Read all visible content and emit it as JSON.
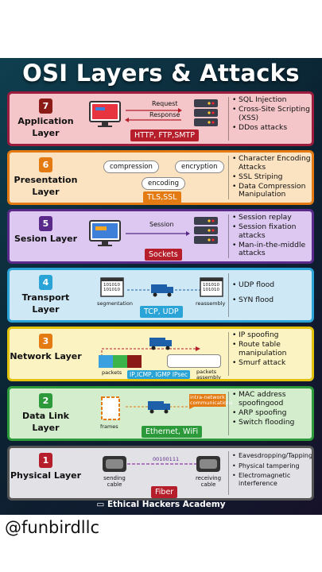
{
  "title": "OSI Layers & Attacks",
  "layers": [
    {
      "number": "7",
      "name": "Application Layer",
      "bg": "#f4c6c9",
      "border": "#9c1c3e",
      "labels": {
        "request": "Request",
        "response": "Response"
      },
      "protocol": "HTTP, FTP,SMTP",
      "attacks": [
        "SQL Injection",
        "Cross-Site Scripting (XSS)",
        "DDos attacks"
      ]
    },
    {
      "number": "6",
      "name": "Presentation Layer",
      "bg": "#fbe3c2",
      "border": "#e47a12",
      "labels": {
        "compression": "compression",
        "encryption": "encryption",
        "encoding": "encoding"
      },
      "protocol": "TLS,SSL",
      "attacks": [
        "Character Encoding Attacks",
        "SSL Striping",
        "Data Compression Manipulation"
      ]
    },
    {
      "number": "5",
      "name": "Sesion Layer",
      "bg": "#dcc8f0",
      "border": "#5a2a8a",
      "labels": {
        "session": "Session"
      },
      "protocol": "Sockets",
      "attacks": [
        "Session replay",
        "Session fixation attacks",
        "Man-in-the-middle attacks"
      ]
    },
    {
      "number": "4",
      "name": "Transport Layer",
      "bg": "#cfe8f6",
      "border": "#2aa4d6",
      "labels": {
        "segmentation": "segmentation",
        "reassembly": "reassembly",
        "binary": "101010"
      },
      "protocol": "TCP, UDP",
      "attacks": [
        "UDP flood",
        "SYN flood"
      ]
    },
    {
      "number": "3",
      "name": "Network Layer",
      "bg": "#fbf3c2",
      "border": "#e2c10f",
      "labels": {
        "packets": "packets",
        "packets_assembly": "packets assembly"
      },
      "protocol": "IP,ICMP, IGMP IPsec",
      "attacks": [
        "IP spoofing",
        "Route table manipulation",
        "Smurf attack"
      ]
    },
    {
      "number": "2",
      "name": "Data Link Layer",
      "bg": "#d4edcd",
      "border": "#2c9a3a",
      "labels": {
        "frames": "frames",
        "intra": "intra-network communications"
      },
      "protocol": "Ethernet, WiFi",
      "attacks": [
        "MAC address spoofingood",
        "ARP spoofing",
        "Switch flooding"
      ]
    },
    {
      "number": "1",
      "name": "Physical Layer",
      "bg": "#e2e2e6",
      "border": "#555555",
      "labels": {
        "sending": "sending cable",
        "receiving": "receiving cable",
        "bits": "00100111"
      },
      "protocol": "Fiber",
      "attacks": [
        "Eavesdropping/Tapping",
        "Physical tampering",
        "Electromagnetic interference"
      ]
    }
  ],
  "footer": "Ethical Hackers Academy",
  "handle": "@funbirdllc"
}
